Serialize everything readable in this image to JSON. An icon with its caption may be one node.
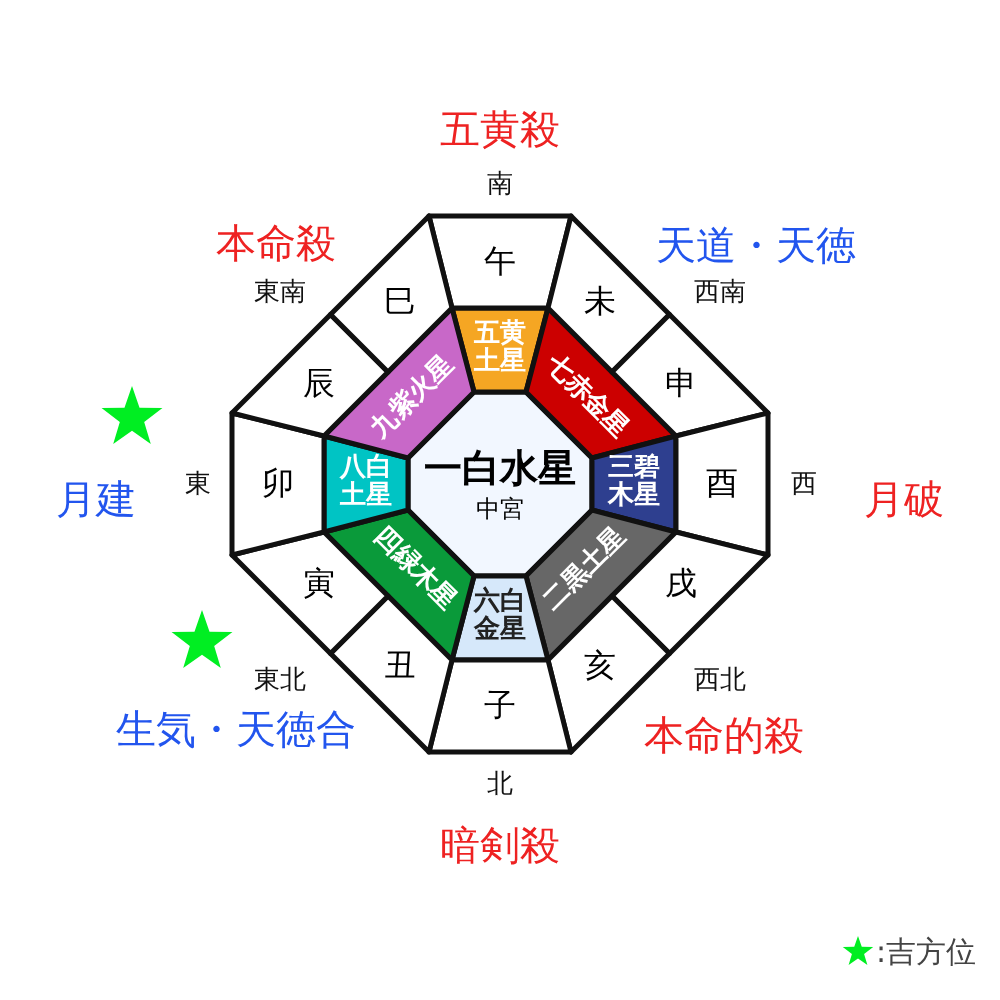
{
  "diagram": {
    "nodes": [
      {
        "text": [
          "一白水星",
          "中宮"
        ]
      },
      {
        "text": [
          "五黄土星"
        ]
      },
      {
        "text": [
          "七赤金星"
        ]
      },
      {
        "text": [
          "三碧木星"
        ]
      },
      {
        "text": [
          "二黒土星"
        ]
      },
      {
        "text": [
          "六白金星"
        ]
      },
      {
        "text": [
          "四緑木星"
        ]
      },
      {
        "text": [
          "八白土星"
        ]
      },
      {
        "text": [
          "九紫火星"
        ]
      },
      {
        "text": [
          "午"
        ]
      },
      {
        "text": [
          "未"
        ]
      },
      {
        "text": [
          "申"
        ]
      },
      {
        "text": [
          "酉"
        ]
      },
      {
        "text": [
          "戌"
        ]
      },
      {
        "text": [
          "亥"
        ]
      },
      {
        "text": [
          "子"
        ]
      },
      {
        "text": [
          "丑"
        ]
      },
      {
        "text": [
          "寅"
        ]
      },
      {
        "text": [
          "卯"
        ]
      },
      {
        "text": [
          "辰"
        ]
      },
      {
        "text": [
          "巳"
        ]
      }
    ],
    "labels": [
      "五黄殺",
      "南",
      "本命殺",
      "天道・天徳",
      "東南",
      "西南",
      "東",
      "月建",
      "西",
      "月破",
      "東北",
      "西北",
      "生気・天徳合",
      "本命的殺",
      "北",
      "暗剣殺"
    ],
    "legend": [
      {
        "text": ":吉方位"
      }
    ]
  }
}
